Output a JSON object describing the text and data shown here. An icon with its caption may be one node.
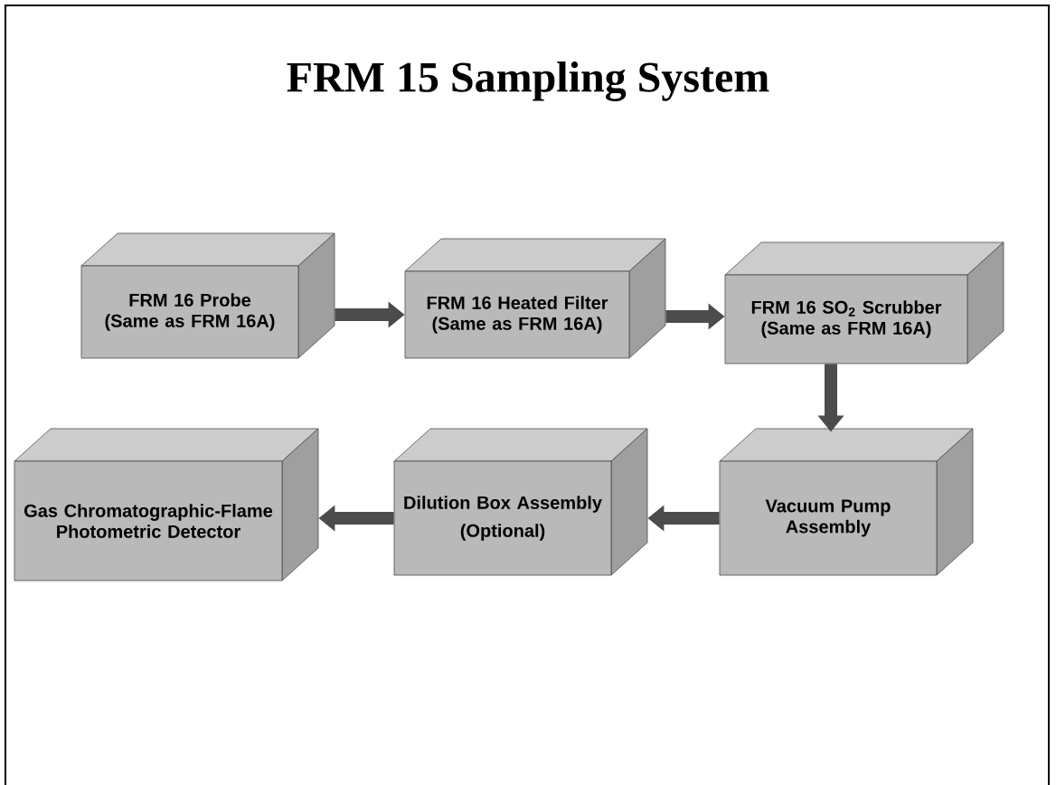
{
  "diagram": {
    "title": "FRM 15 Sampling System",
    "nodes": [
      {
        "text": [
          "FRM 16 Probe (Same as FRM 16A)"
        ]
      },
      {
        "text": [
          "FRM 16 Heated Filter (Same as FRM 16A)"
        ]
      },
      {
        "text": [
          "FRM 16 SO$_{2}$ Scrubber (Same as FRM 16A)"
        ]
      },
      {
        "text": [
          "Vacuum Pump Assembly"
        ]
      },
      {
        "text": [
          "Dilution Box Assembly",
          "(Optional)"
        ]
      },
      {
        "text": [
          "Gas Chromatographic-Flame Photometric Detector"
        ]
      }
    ],
    "edges": [
      {
        "from": 0,
        "to": 1,
        "arrow": "to"
      },
      {
        "from": 1,
        "to": 2,
        "arrow": "to"
      },
      {
        "from": 2,
        "to": 3,
        "arrow": "to"
      },
      {
        "from": 3,
        "to": 4,
        "arrow": "to"
      },
      {
        "from": 4,
        "to": 5,
        "arrow": "to"
      }
    ]
  }
}
